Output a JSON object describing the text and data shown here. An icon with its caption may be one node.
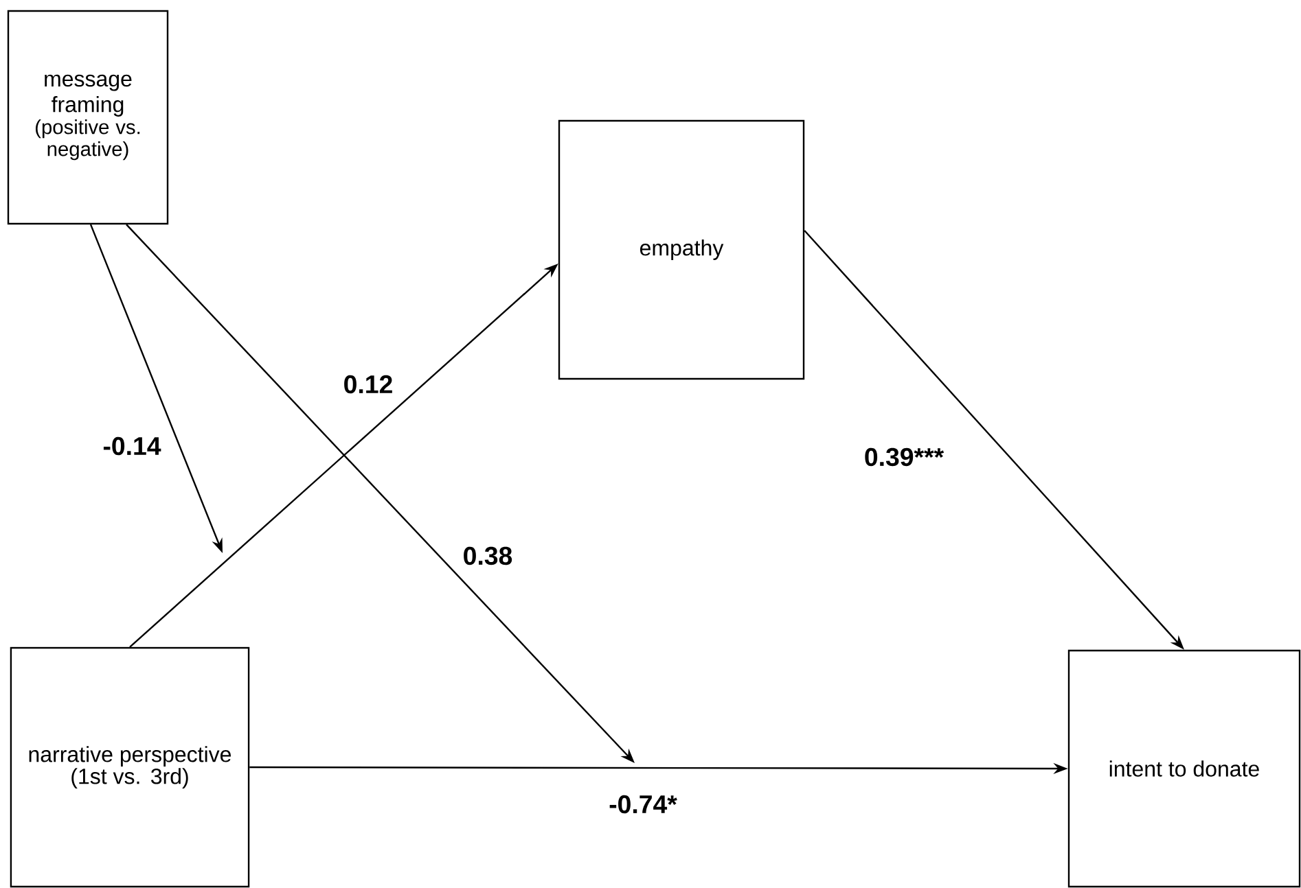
{
  "diagram": {
    "nodes": [
      {
        "text": [
          "message framing",
          "(positive vs. negative)"
        ]
      },
      {
        "text": [
          "empathy"
        ]
      },
      {
        "text": [
          "narrative perspective (1st vs. 3rd)"
        ]
      },
      {
        "text": [
          "intent to donate"
        ]
      }
    ],
    "edges": [
      {
        "from": 2,
        "to": 1,
        "arrow": "to",
        "label": "0.12"
      },
      {
        "from": 1,
        "to": 3,
        "arrow": "to",
        "label": "0.39***"
      },
      {
        "from": 2,
        "to": 3,
        "arrow": "to",
        "label": "-0.74*"
      },
      {
        "from": 0,
        "to": null,
        "arrow": "to",
        "label": "-0.14"
      },
      {
        "from": 0,
        "to": null,
        "arrow": "to",
        "label": "0.38"
      }
    ]
  }
}
